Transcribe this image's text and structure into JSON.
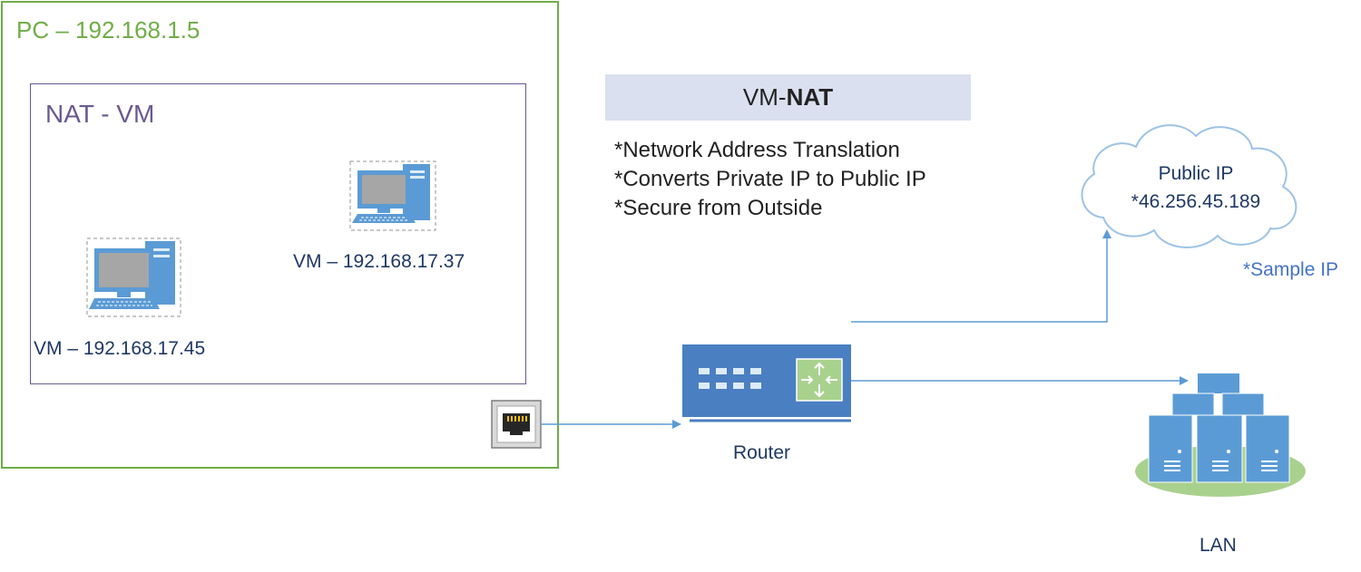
{
  "pc": {
    "title": "PC – 192.168.1.5"
  },
  "vm_group": {
    "title": "NAT - VM"
  },
  "vms": [
    {
      "label": "VM – 192.168.17.37"
    },
    {
      "label": "VM – 192.168.17.45"
    }
  ],
  "header": {
    "prefix": "VM-",
    "bold": "NAT"
  },
  "description": [
    "*Network Address Translation",
    "*Converts Private IP to Public IP",
    "*Secure from Outside"
  ],
  "cloud": {
    "line1": "Public IP",
    "line2": "*46.256.45.189"
  },
  "sample_note": "*Sample IP",
  "router": {
    "label": "Router"
  },
  "lan": {
    "label": "LAN"
  },
  "colors": {
    "pc_border": "#70ad47",
    "vm_border": "#6a5a8e",
    "accent_blue": "#5b9bd5",
    "router_green": "#a9d18e",
    "header_band": "#dae0ef"
  }
}
